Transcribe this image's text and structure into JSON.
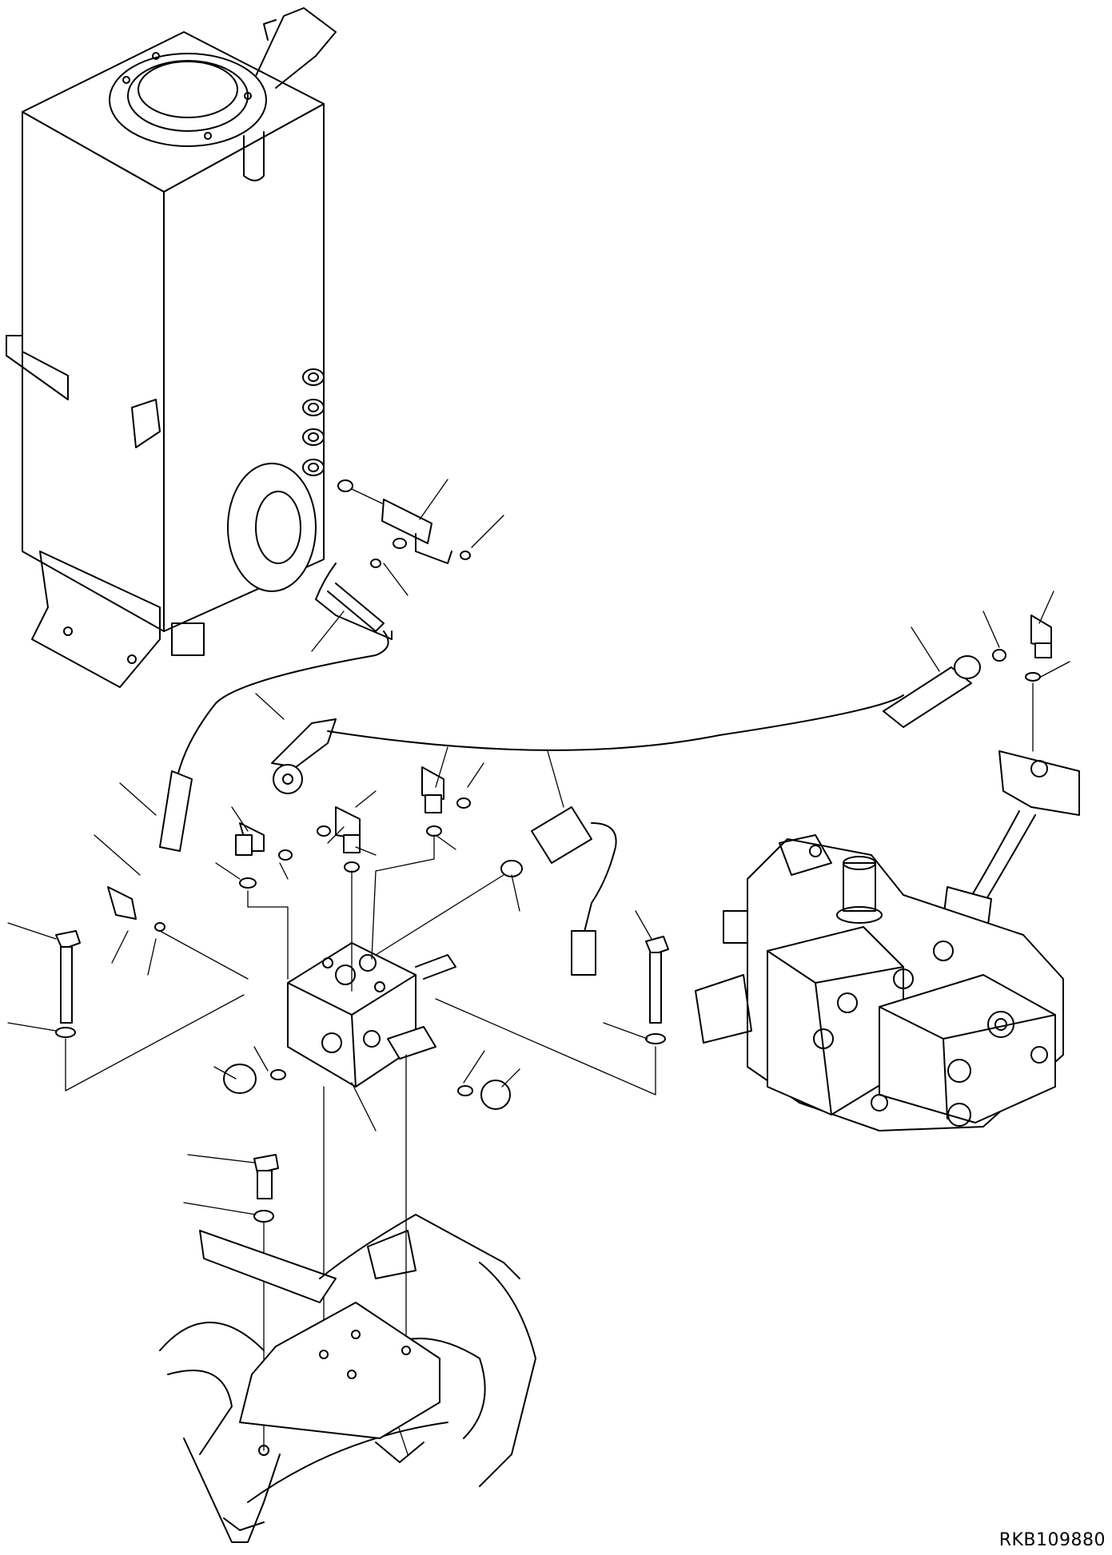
{
  "drawing_code": "RKB109880",
  "colors": {
    "line": "#000000",
    "background": "#ffffff"
  },
  "components": [
    "hydraulic-tank",
    "tee-fitting",
    "hose-tank-to-valve",
    "hose-pump-to-valve",
    "elbow-fittings",
    "o-rings",
    "pressure-switch",
    "valve-block",
    "plugs",
    "bolts-and-washers",
    "mounting-bracket",
    "hydraulic-pump",
    "frame"
  ]
}
